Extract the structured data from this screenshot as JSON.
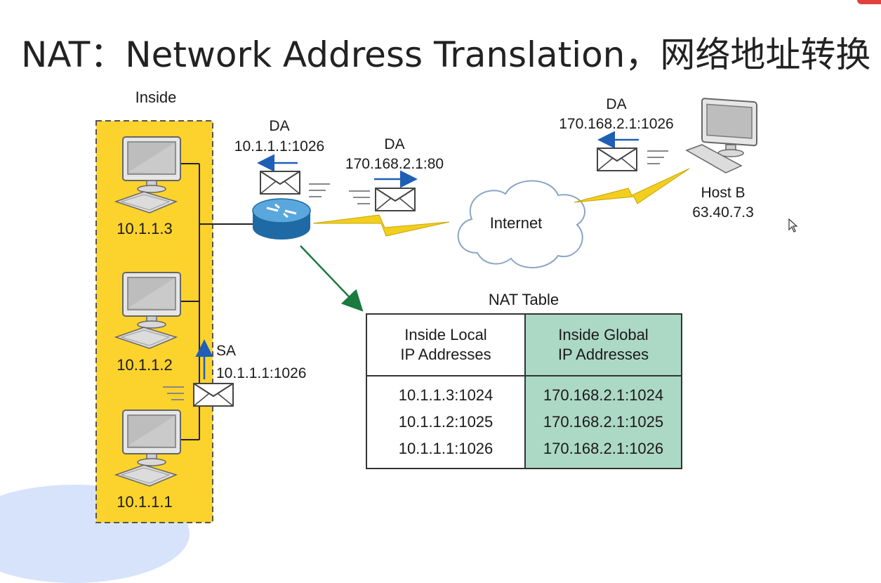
{
  "slide": {
    "title": "NAT：Network Address Translation，网络地址转换"
  },
  "colors": {
    "inside_zone": "#fcd22c",
    "nat_table_global": "#acd8c6",
    "router": "#2e7fbf",
    "lightning": "#f2cf1f",
    "arrow_blue": "#1f5fb5",
    "arrow_green": "#1b7a3e"
  },
  "diagram": {
    "inside_label": "Inside",
    "hosts": [
      {
        "ip": "10.1.1.3"
      },
      {
        "ip": "10.1.1.2"
      },
      {
        "ip": "10.1.1.1"
      }
    ],
    "packets": [
      {
        "kind": "DA",
        "addr": "10.1.1.1:1026"
      },
      {
        "kind": "DA",
        "addr": "170.168.2.1:80"
      },
      {
        "kind": "DA",
        "addr": "170.168.2.1:1026"
      },
      {
        "kind": "SA",
        "addr": "10.1.1.1:1026"
      }
    ],
    "cloud_label": "Internet",
    "remote_host": {
      "name": "Host B",
      "ip": "63.40.7.3"
    }
  },
  "nat_table": {
    "caption": "NAT Table",
    "header_local": [
      "Inside Local",
      "IP Addresses"
    ],
    "header_global": [
      "Inside Global",
      "IP Addresses"
    ],
    "local": [
      "10.1.1.3:1024",
      "10.1.1.2:1025",
      "10.1.1.1:1026"
    ],
    "global": [
      "170.168.2.1:1024",
      "170.168.2.1:1025",
      "170.168.2.1:1026"
    ]
  }
}
